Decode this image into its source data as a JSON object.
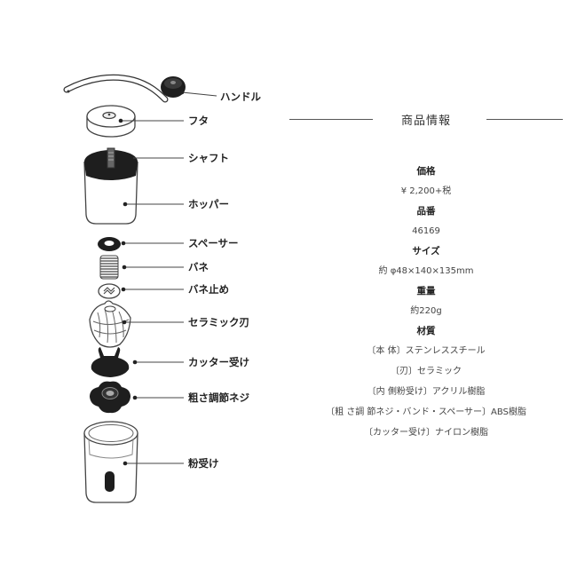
{
  "parts": [
    {
      "id": "handle",
      "label": "ハンドル"
    },
    {
      "id": "lid",
      "label": "フタ"
    },
    {
      "id": "shaft",
      "label": "シャフト"
    },
    {
      "id": "hopper",
      "label": "ホッパー"
    },
    {
      "id": "spacer",
      "label": "スペーサー"
    },
    {
      "id": "spring",
      "label": "バネ"
    },
    {
      "id": "spring-stopper",
      "label": "バネ止め"
    },
    {
      "id": "ceramic-blade",
      "label": "セラミック刃"
    },
    {
      "id": "cutter-holder",
      "label": "カッター受け"
    },
    {
      "id": "coarseness-screw",
      "label": "粗さ調節ネジ"
    },
    {
      "id": "powder-cup",
      "label": "粉受け"
    }
  ],
  "specs": {
    "title": "商品情報",
    "price_heading": "価格",
    "price_value": "¥ 2,200+税",
    "item_no_heading": "品番",
    "item_no_value": "46169",
    "size_heading": "サイズ",
    "size_value": "約 φ48×140×135mm",
    "weight_heading": "重量",
    "weight_value": "約220g",
    "material_heading": "材質",
    "materials": [
      "〔本 体〕ステンレススチール",
      "〔刃〕セラミック",
      "〔内 側粉受け〕アクリル樹脂",
      "〔粗 さ調 節ネジ・バンド・スペーサー〕ABS樹脂",
      "〔カッター受け〕ナイロン樹脂"
    ]
  },
  "colors": {
    "ink": "#222222",
    "outline": "#444444"
  }
}
